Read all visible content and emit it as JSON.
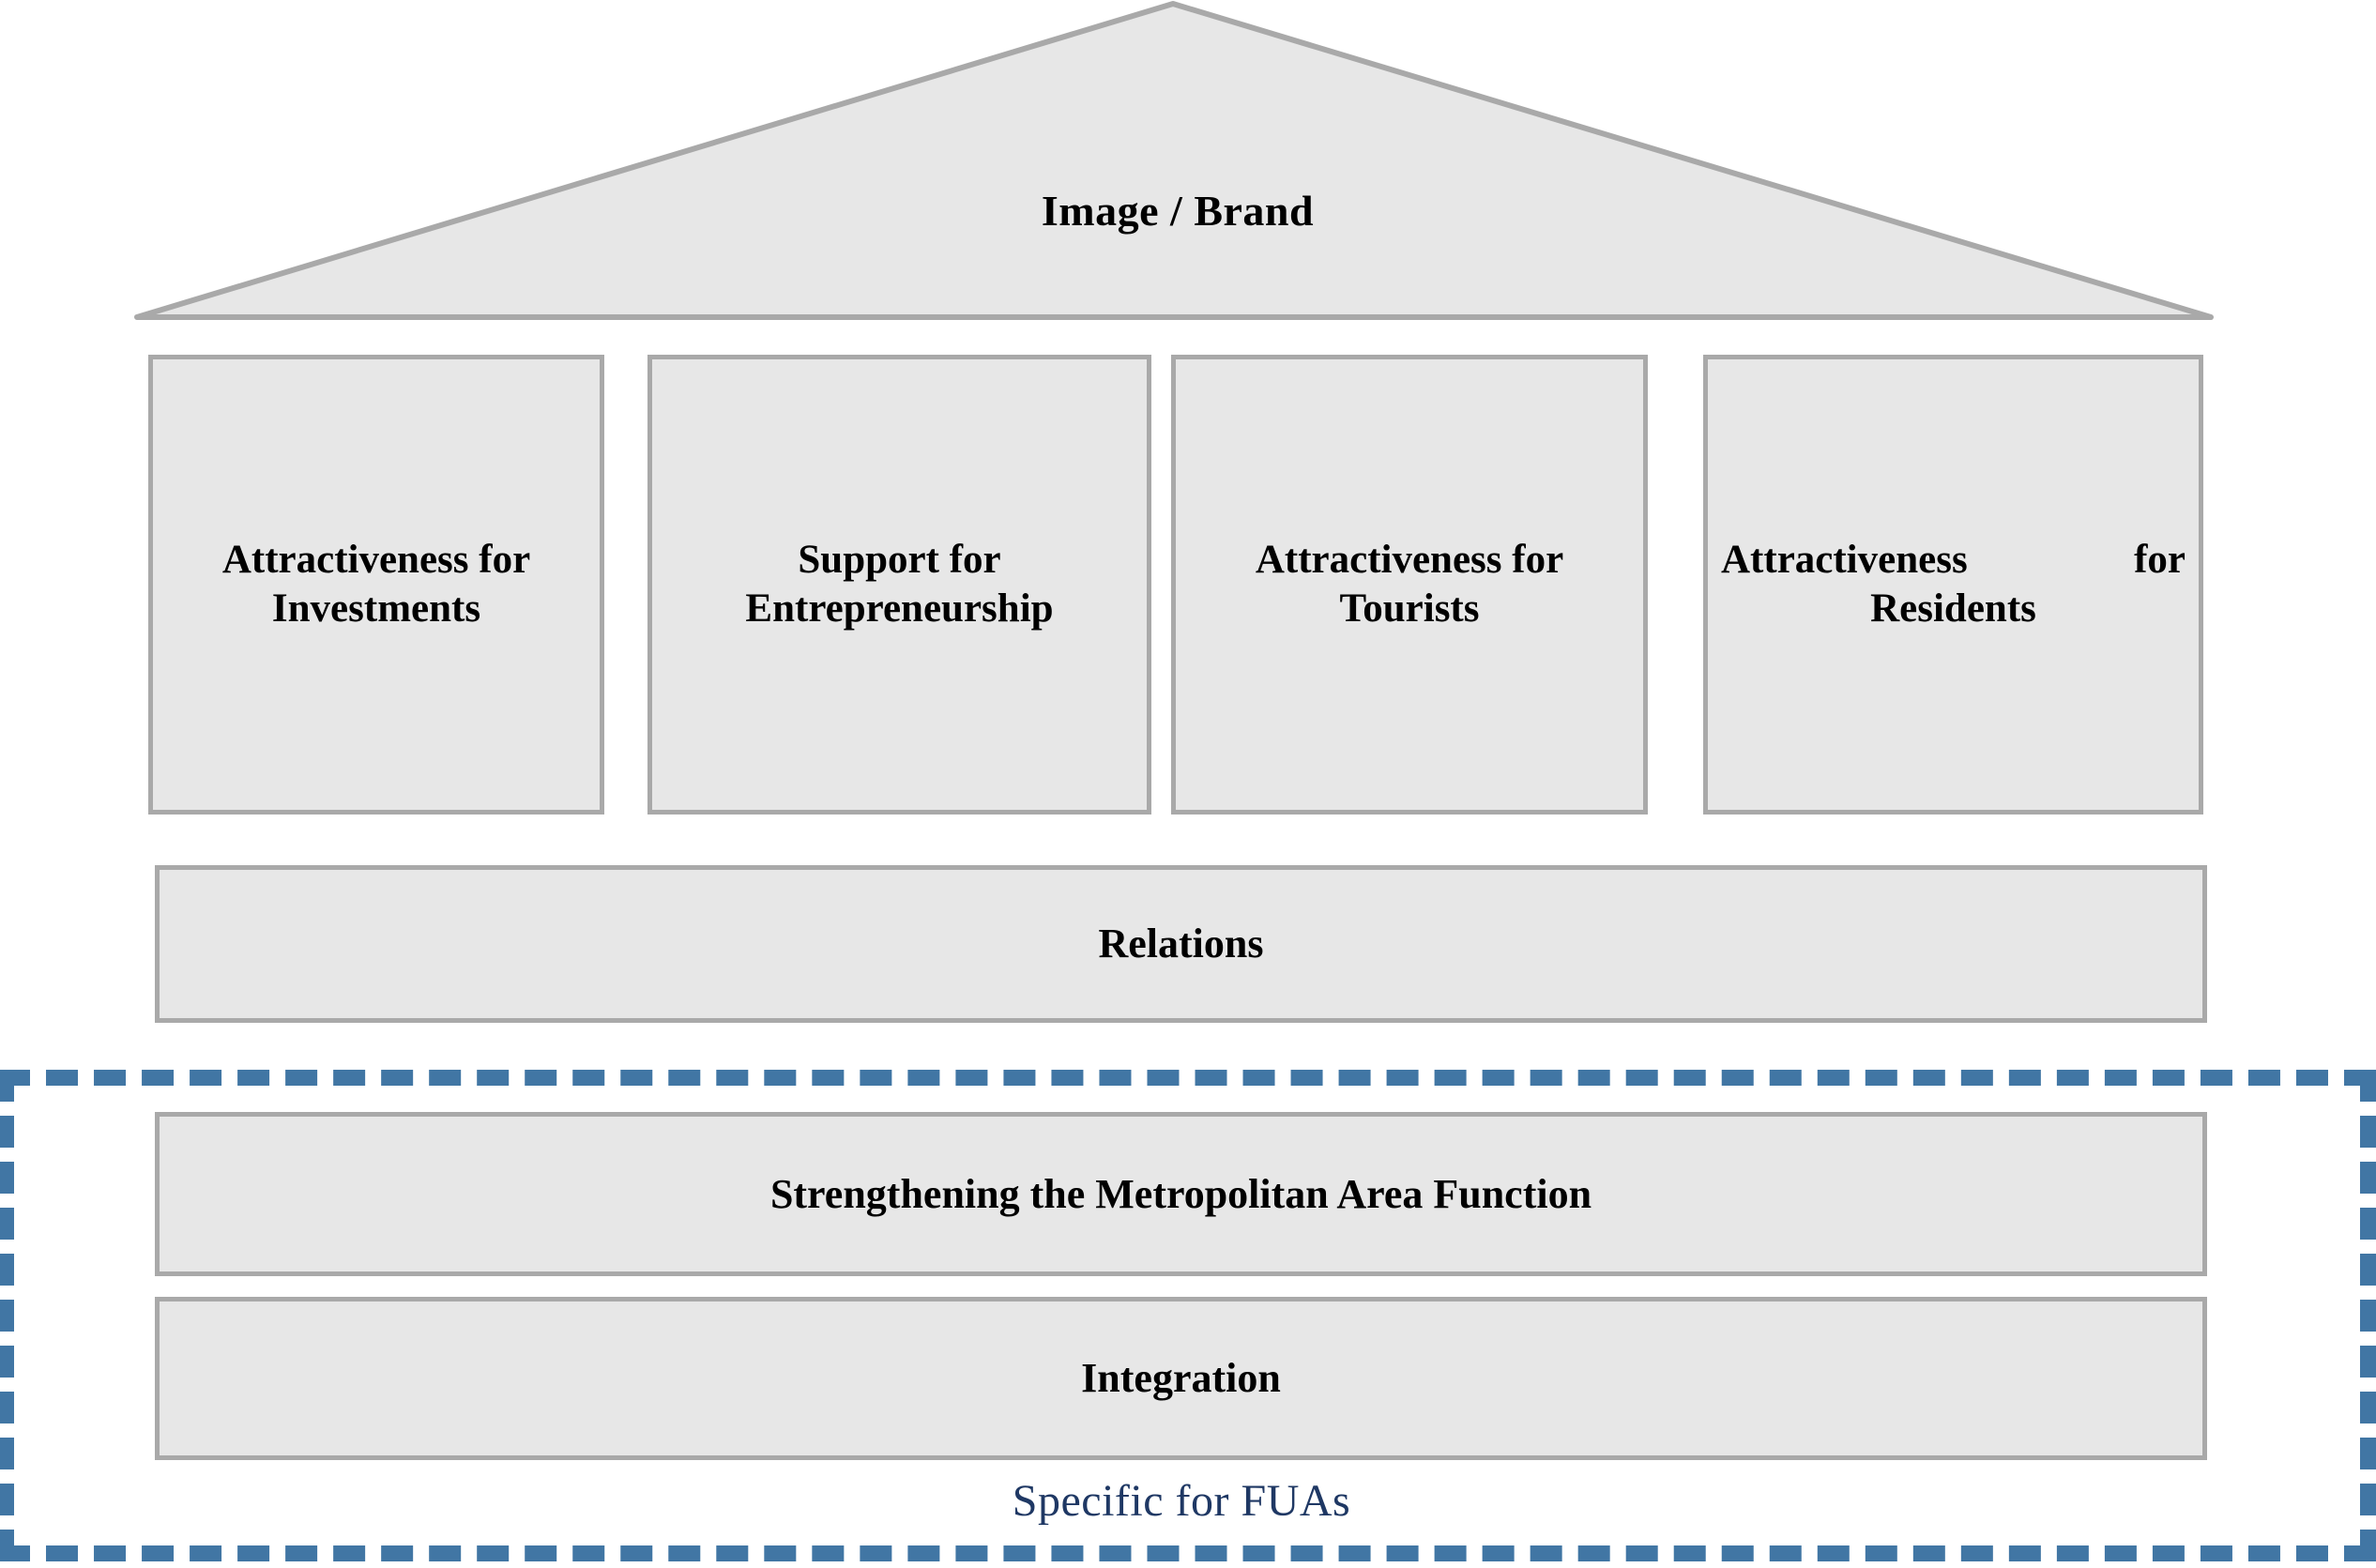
{
  "diagram": {
    "roof": {
      "label": "Image / Brand",
      "shape": "triangle-roof",
      "fill_color": "#e7e7e7",
      "stroke_color": "#a9a9a9"
    },
    "pillars": [
      {
        "label": "Attractiveness for Investments"
      },
      {
        "label": "Support for Entrepreneurship"
      },
      {
        "label": "Attractiveness for Tourists"
      },
      {
        "label": "Attractiveness for Residents"
      }
    ],
    "bars": [
      {
        "label": "Relations"
      },
      {
        "label": "Strengthening the Metropolitan Area Function"
      },
      {
        "label": "Integration"
      }
    ],
    "highlight": {
      "caption": "Specific for FUAs",
      "border_color": "#4176a4",
      "caption_color": "#1f3864",
      "border_style": "dashed"
    },
    "colors": {
      "panel_fill": "#e7e7e7",
      "panel_border": "#a9a9a9",
      "text": "#000000",
      "accent_blue": "#4176a4",
      "caption_navy": "#1f3864"
    }
  }
}
